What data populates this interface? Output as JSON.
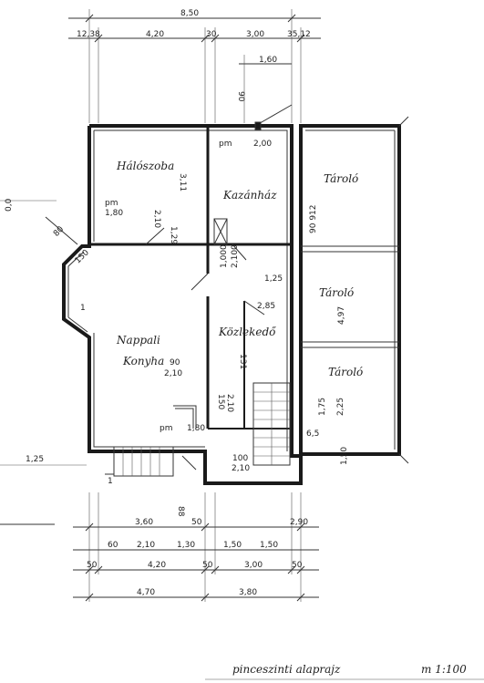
{
  "title": "pinceszinti alaprajz",
  "scale": "m 1:100",
  "rooms": {
    "halo": "Hálószoba",
    "kazan": "Kazánház",
    "tarolo1": "Tároló",
    "tarolo2": "Tároló",
    "tarolo3": "Tároló",
    "nappali1": "Nappali",
    "nappali2": "Konyha",
    "kozl": "Közlekedő"
  },
  "dims_top": {
    "total": "8,50",
    "d1": "12,38",
    "d2": "4,20",
    "d3": "30",
    "d4": "3,00",
    "d5": "35,12",
    "d6": "1,60",
    "d7": "90"
  },
  "dims_bottom": {
    "row1_a": "3,60",
    "row1_b": "50",
    "row1_c": "2,90",
    "row2_a": "60",
    "row2_b": "2,10",
    "row2_c": "1,30",
    "row2_d": "1,50",
    "row2_e": "1,50",
    "row3_a": "50",
    "row3_b": "4,20",
    "row3_c": "50",
    "row3_d": "3,00",
    "row3_e": "50",
    "row4_a": "4,70",
    "row4_b": "3,80",
    "mid": "88"
  },
  "dims_side": {
    "left1": "0,0",
    "left2": "1,25",
    "right1": "1,50"
  },
  "inner_labels": {
    "pm1": "pm",
    "pm1_val": "2,00",
    "pm2": "pm",
    "pm2_val": "1,80",
    "pm3": "pm",
    "pm3_val": "1,80",
    "h_halo": "3,11",
    "v_210a": "2,10",
    "v_129": "1,29",
    "kozl_w": "2,85",
    "kozl_125": "1,25",
    "v_1000": "1,000",
    "v_2100": "2,100",
    "tar_497": "4,97",
    "tar_225": "2,25",
    "tar_175": "1,75",
    "tar_912": "90 912",
    "nap_90": "90",
    "nap_210": "2,10",
    "d_150": "150",
    "d_210b": "2,10",
    "d_100": "100",
    "d_210c": "2,10",
    "d_80": "80",
    "d_150b": "150",
    "d_131": "131",
    "d_65": "6,5",
    "d_1": "1",
    "d_1b": "1"
  }
}
